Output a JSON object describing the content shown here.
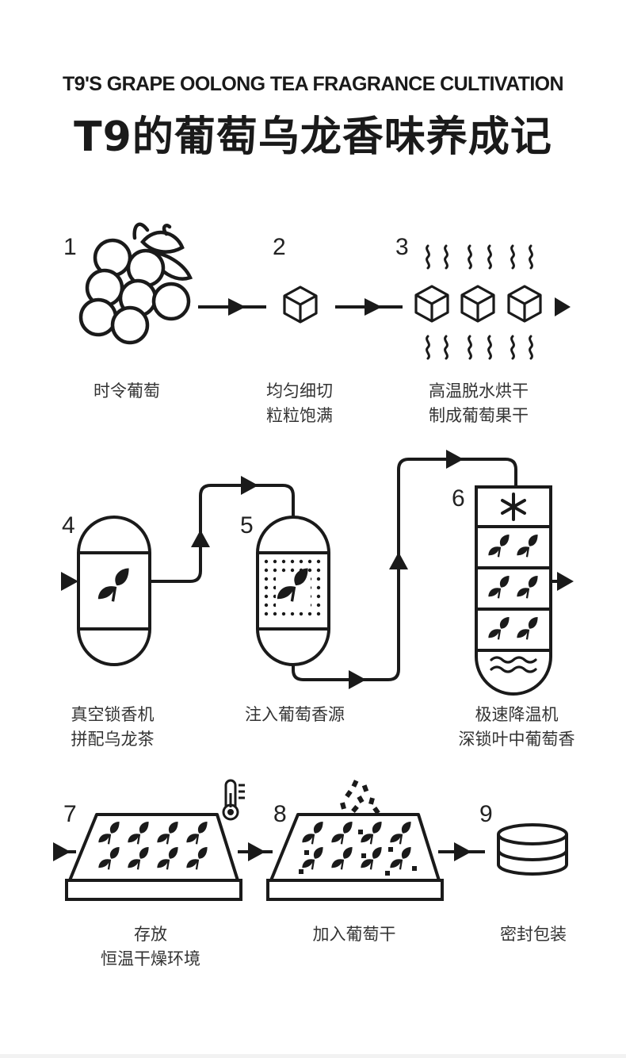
{
  "header": {
    "subtitle": "T9'S GRAPE OOLONG TEA FRAGRANCE CULTIVATION",
    "title": "T9的葡萄乌龙香味养成记"
  },
  "steps": [
    {
      "number": "1",
      "lines": [
        "时令葡萄"
      ]
    },
    {
      "number": "2",
      "lines": [
        "均匀细切",
        "粒粒饱满"
      ]
    },
    {
      "number": "3",
      "lines": [
        "高温脱水烘干",
        "制成葡萄果干"
      ]
    },
    {
      "number": "4",
      "lines": [
        "真空锁香机",
        "拼配乌龙茶"
      ]
    },
    {
      "number": "5",
      "lines": [
        "注入葡萄香源"
      ]
    },
    {
      "number": "6",
      "lines": [
        "极速降温机",
        "深锁叶中葡萄香"
      ]
    },
    {
      "number": "7",
      "lines": [
        "存放",
        "恒温干燥环境"
      ]
    },
    {
      "number": "8",
      "lines": [
        "加入葡萄干"
      ]
    },
    {
      "number": "9",
      "lines": [
        "密封包装"
      ]
    }
  ],
  "icons": [
    "grapes-icon",
    "cube-icon",
    "heat-wave-icon",
    "leaf-icon",
    "dots-pattern-icon",
    "snowflake-icon",
    "water-wave-icon",
    "thermometer-icon",
    "raisin-icon",
    "tin-can-icon",
    "arrow-icon"
  ],
  "colors": {
    "ink": "#1a1a1a",
    "background": "#ffffff"
  }
}
